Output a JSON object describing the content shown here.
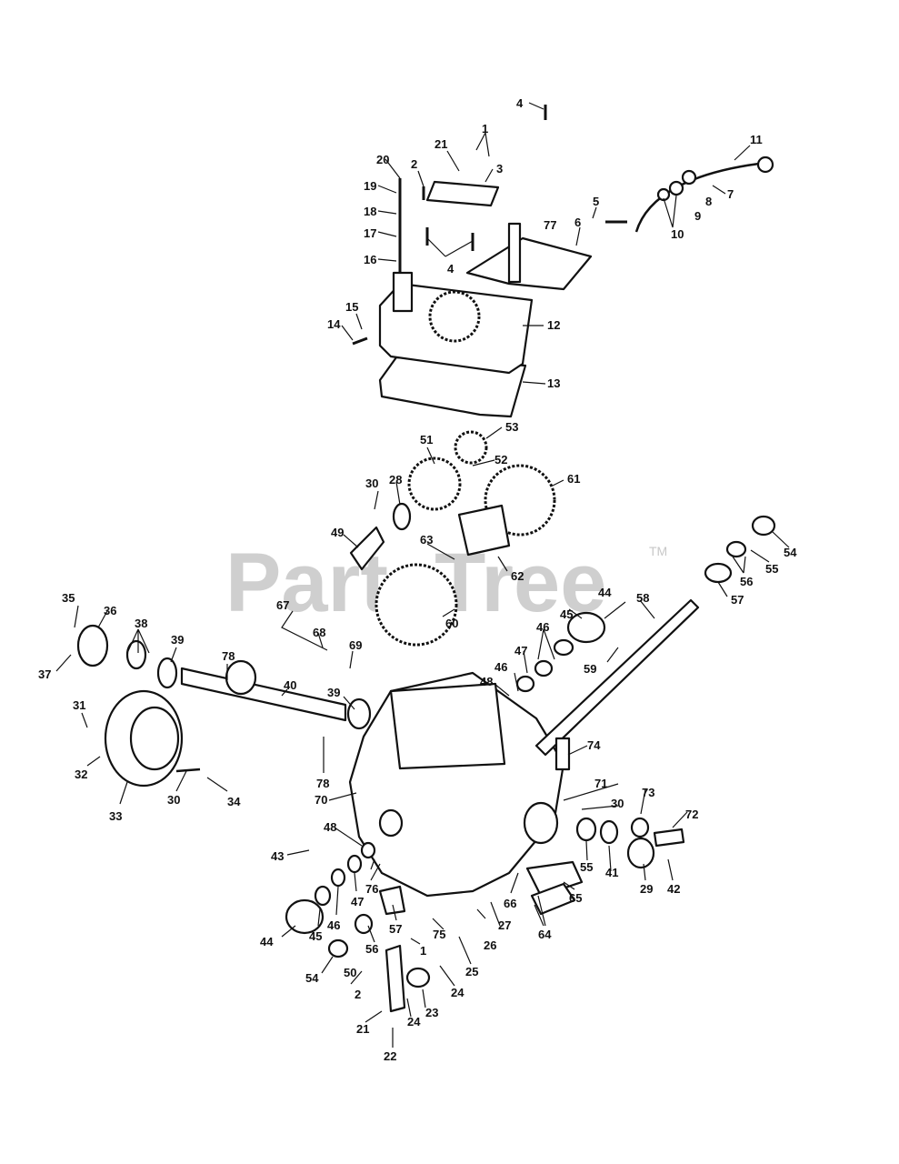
{
  "watermark": {
    "text": "PartsTree",
    "trademark": "TM"
  },
  "callouts": [
    "1",
    "2",
    "3",
    "4",
    "5",
    "6",
    "7",
    "8",
    "9",
    "10",
    "11",
    "12",
    "13",
    "14",
    "15",
    "16",
    "17",
    "18",
    "19",
    "20",
    "21",
    "22",
    "23",
    "24",
    "25",
    "26",
    "27",
    "28",
    "29",
    "30",
    "31",
    "32",
    "33",
    "34",
    "35",
    "36",
    "37",
    "38",
    "39",
    "40",
    "41",
    "42",
    "43",
    "44",
    "45",
    "46",
    "47",
    "48",
    "49",
    "50",
    "51",
    "52",
    "53",
    "54",
    "55",
    "56",
    "57",
    "58",
    "59",
    "60",
    "61",
    "62",
    "63",
    "64",
    "65",
    "66",
    "67",
    "68",
    "69",
    "70",
    "71",
    "72",
    "73",
    "74",
    "75",
    "76",
    "77",
    "78"
  ]
}
